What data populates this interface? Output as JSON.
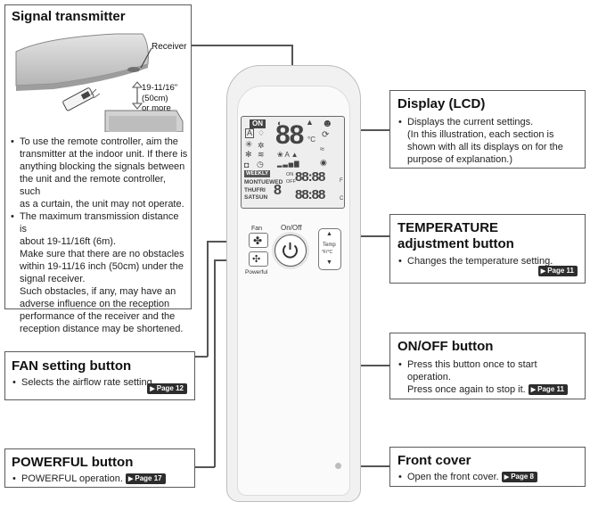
{
  "signal_panel": {
    "title": "Signal transmitter",
    "receiver_label": "Receiver",
    "distance_label_1": "19-11/16\"",
    "distance_label_2": "(50cm)",
    "distance_label_3": "or more",
    "bullet1_line1": "To use the remote controller, aim the",
    "bullet1_line2": "transmitter at the indoor unit. If there is",
    "bullet1_line3": "anything blocking the signals between",
    "bullet1_line4": "the unit and the remote controller, such",
    "bullet1_line5": "as a curtain, the unit may not operate.",
    "bullet2_line1": "The maximum transmission distance is",
    "bullet2_line2": "about 19-11/16ft (6m).",
    "bullet2_line3": "Make sure that there are no obstacles",
    "bullet2_line4": "within 19-11/16 inch (50cm) under the",
    "bullet2_line5": "signal receiver.",
    "bullet2_line6": "Such obstacles, if any, may have an",
    "bullet2_line7": "adverse influence on the reception",
    "bullet2_line8": "performance of the receiver and the",
    "bullet2_line9": "reception distance may be shortened."
  },
  "display_panel": {
    "title": "Display (LCD)",
    "line1": "Displays the current settings.",
    "line2": "(In this illustration, each section is",
    "line3": "shown with all its displays on for the",
    "line4": "purpose of explanation.)"
  },
  "temp_panel": {
    "title_line1": "TEMPERATURE",
    "title_line2": "adjustment button",
    "line1": "Changes the temperature setting.",
    "page_ref": "Page 11"
  },
  "onoff_panel": {
    "title": "ON/OFF button",
    "line1": "Press this button once to start",
    "line2": "operation.",
    "line3": "Press once again to stop it.",
    "page_ref": "Page 11"
  },
  "fan_panel": {
    "title": "FAN setting button",
    "line1": "Selects the airflow rate setting.",
    "page_ref": "Page 12"
  },
  "powerful_panel": {
    "title": "POWERFUL button",
    "line1": "POWERFUL operation.",
    "page_ref": "Page 17"
  },
  "front_panel": {
    "title": "Front cover",
    "line1": "Open the front cover.",
    "page_ref": "Page 8"
  },
  "remote": {
    "lcd_on": "ON",
    "lcd_temp_big": "88",
    "lcd_deg": "°C",
    "lcd_week": "WEEKLY",
    "lcd_days1": "MONTUEWED",
    "lcd_days2": "THUFRI",
    "lcd_days3": "SATSUN",
    "lcd_day_digit": "8",
    "lcd_off": "OFF",
    "lcd_on_small": "ON",
    "lcd_time1": "88:88",
    "lcd_time2": "88:88",
    "lcd_unit_f": "F",
    "lcd_unit_c": "C",
    "fan_label": "Fan",
    "powerful_label": "Powerful",
    "onoff_label": "On/Off",
    "temp_label": "Temp",
    "temp_units": "°F/°C"
  }
}
